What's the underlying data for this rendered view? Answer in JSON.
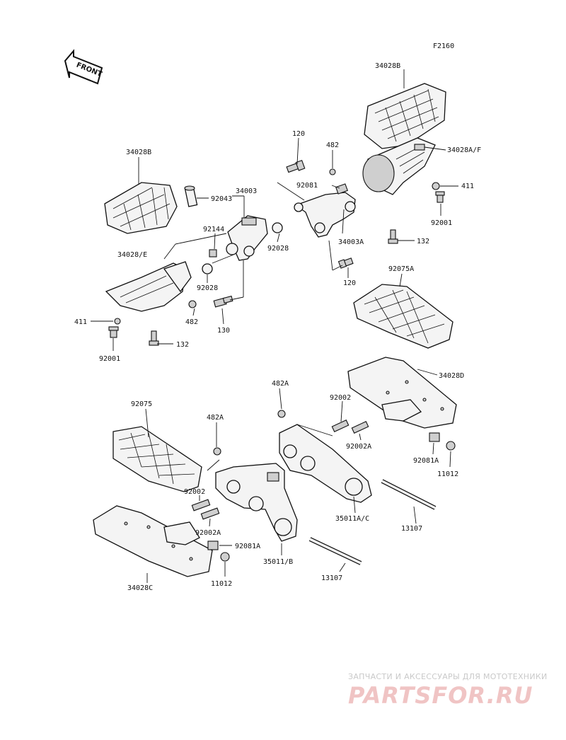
{
  "figure_code": "F2160",
  "front_label": "FRONT",
  "callouts": [
    {
      "id": "c1",
      "text": "34028B"
    },
    {
      "id": "c2",
      "text": "34028A/F"
    },
    {
      "id": "c3",
      "text": "411"
    },
    {
      "id": "c4",
      "text": "92001"
    },
    {
      "id": "c5",
      "text": "132"
    },
    {
      "id": "c6",
      "text": "120"
    },
    {
      "id": "c7",
      "text": "482"
    },
    {
      "id": "c8",
      "text": "92081"
    },
    {
      "id": "c9",
      "text": "34003A"
    },
    {
      "id": "c10",
      "text": "120"
    },
    {
      "id": "c11",
      "text": "34028B"
    },
    {
      "id": "c12",
      "text": "92043"
    },
    {
      "id": "c13",
      "text": "34003"
    },
    {
      "id": "c14",
      "text": "92144"
    },
    {
      "id": "c15",
      "text": "92028"
    },
    {
      "id": "c16",
      "text": "34028/E"
    },
    {
      "id": "c17",
      "text": "92028"
    },
    {
      "id": "c18",
      "text": "482"
    },
    {
      "id": "c19",
      "text": "130"
    },
    {
      "id": "c20",
      "text": "411"
    },
    {
      "id": "c21",
      "text": "132"
    },
    {
      "id": "c22",
      "text": "92001"
    },
    {
      "id": "c23",
      "text": "92075A"
    },
    {
      "id": "c24",
      "text": "34028D"
    },
    {
      "id": "c25",
      "text": "482A"
    },
    {
      "id": "c26",
      "text": "92002"
    },
    {
      "id": "c27",
      "text": "92002A"
    },
    {
      "id": "c28",
      "text": "92081A"
    },
    {
      "id": "c29",
      "text": "11012"
    },
    {
      "id": "c30",
      "text": "35011A/C"
    },
    {
      "id": "c31",
      "text": "13107"
    },
    {
      "id": "c32",
      "text": "92075"
    },
    {
      "id": "c33",
      "text": "482A"
    },
    {
      "id": "c34",
      "text": "92002"
    },
    {
      "id": "c35",
      "text": "92002A"
    },
    {
      "id": "c36",
      "text": "92081A"
    },
    {
      "id": "c37",
      "text": "35011/B"
    },
    {
      "id": "c38",
      "text": "11012"
    },
    {
      "id": "c39",
      "text": "13107"
    },
    {
      "id": "c40",
      "text": "34028C"
    }
  ],
  "watermark": {
    "tagline": "ЗАПЧАСТИ И АКСЕССУАРЫ ДЛЯ МОТОТЕХНИКИ",
    "brand": "PARTSFOR.RU"
  }
}
